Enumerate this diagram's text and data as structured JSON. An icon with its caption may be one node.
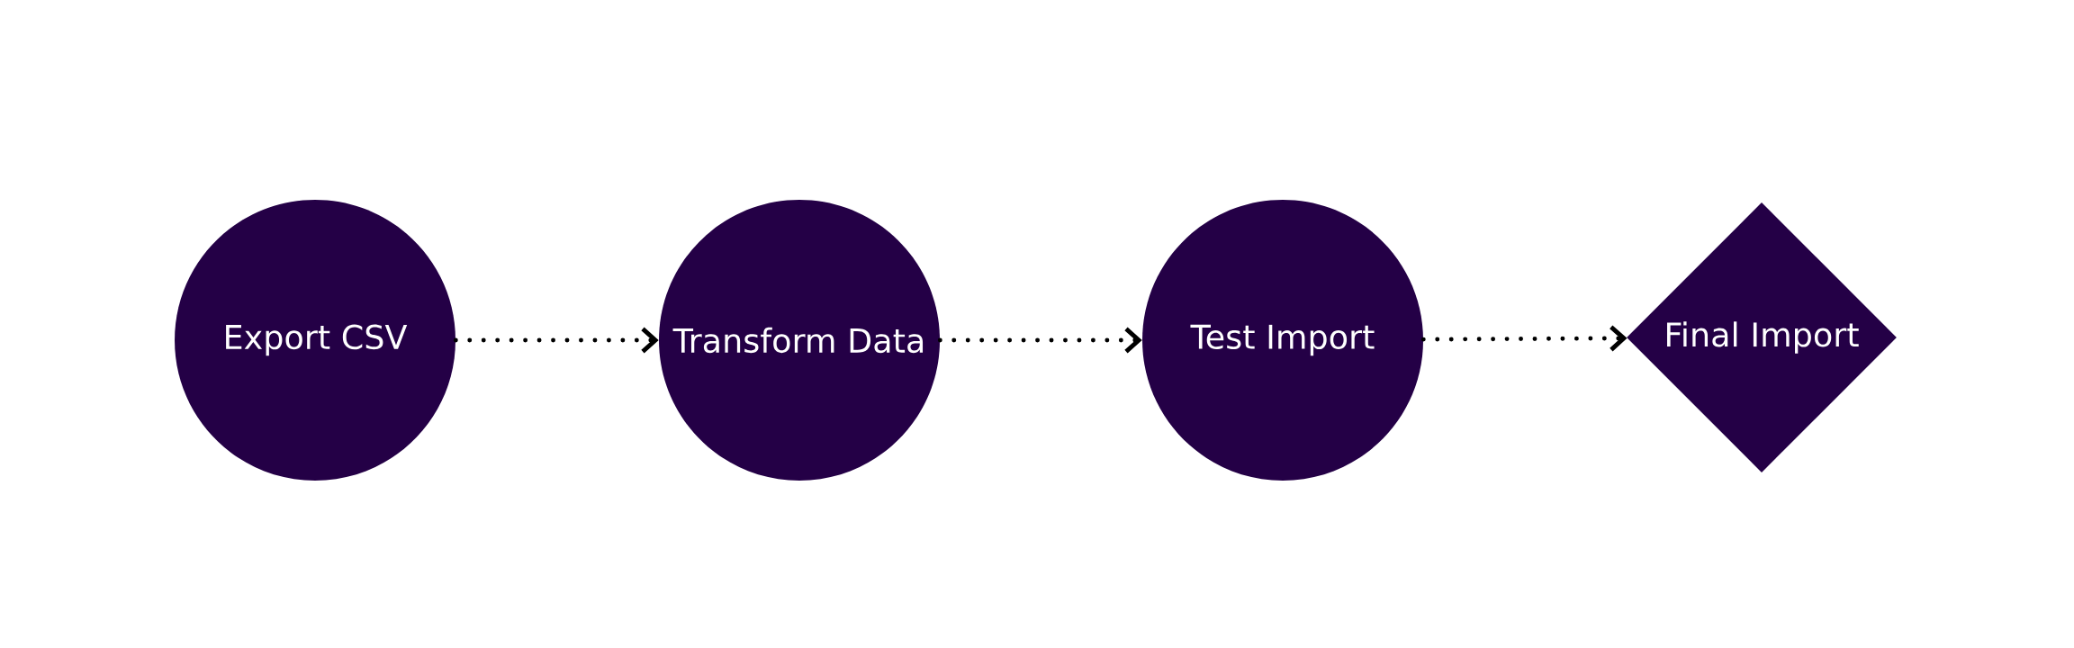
{
  "diagram": {
    "nodes": [
      {
        "text": [
          "Export CSV"
        ]
      },
      {
        "text": [
          "Transform Data"
        ]
      },
      {
        "text": [
          "Test Import"
        ]
      },
      {
        "text": [
          "Final Import"
        ]
      }
    ],
    "edges": [
      {
        "from": 0,
        "to": 1,
        "arrow": "to"
      },
      {
        "from": 1,
        "to": 2,
        "arrow": "to"
      },
      {
        "from": 2,
        "to": 3,
        "arrow": "to"
      }
    ]
  }
}
